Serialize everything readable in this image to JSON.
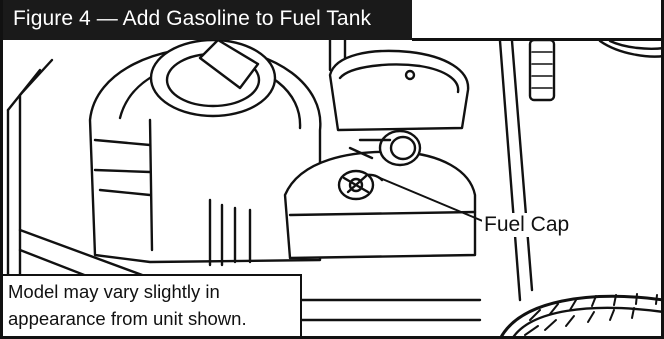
{
  "figure": {
    "title": "Figure 4 — Add Gasoline to Fuel Tank",
    "callout_label": "Fuel Cap",
    "note_line_1": "Model may vary slightly in",
    "note_line_2": "appearance from unit shown.",
    "icons": [
      "engine-illustration",
      "fuel-tank-illustration",
      "fuel-cap-illustration",
      "spray-nozzle-illustration",
      "wheel-illustration"
    ]
  }
}
